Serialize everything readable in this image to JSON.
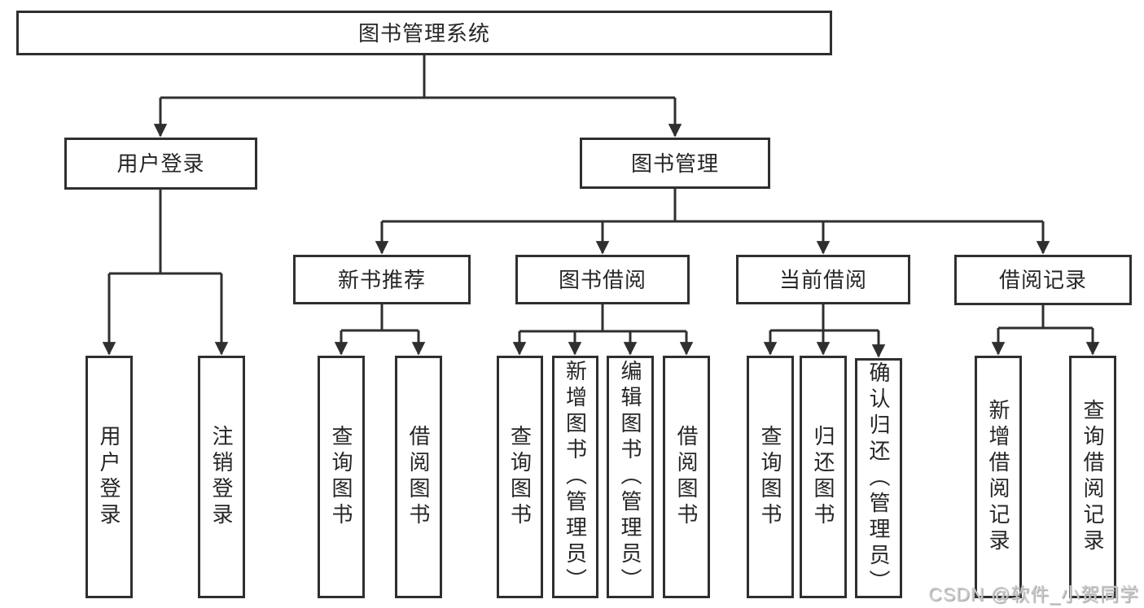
{
  "diagram": {
    "root": {
      "label": "图书管理系统"
    },
    "branches": [
      {
        "label": "用户登录",
        "children": [
          {
            "label": "用户登录"
          },
          {
            "label": "注销登录"
          }
        ]
      },
      {
        "label": "图书管理",
        "children": [
          {
            "label": "新书推荐",
            "children": [
              {
                "label": "查询图书"
              },
              {
                "label": "借阅图书"
              }
            ]
          },
          {
            "label": "图书借阅",
            "children": [
              {
                "label": "查询图书"
              },
              {
                "label": "新增图书（管理员）"
              },
              {
                "label": "编辑图书（管理员）"
              },
              {
                "label": "借阅图书"
              }
            ]
          },
          {
            "label": "当前借阅",
            "children": [
              {
                "label": "查询图书"
              },
              {
                "label": "归还图书"
              },
              {
                "label": "确认归还（管理员）"
              }
            ]
          },
          {
            "label": "借阅记录",
            "children": [
              {
                "label": "新增借阅记录"
              },
              {
                "label": "查询借阅记录"
              }
            ]
          }
        ]
      }
    ],
    "watermark": "CSDN @软件_小贺同学",
    "colors": {
      "line": "#2f2f2f",
      "text": "#262626",
      "background": "#ffffff",
      "watermark": "#cbcbcb"
    }
  }
}
